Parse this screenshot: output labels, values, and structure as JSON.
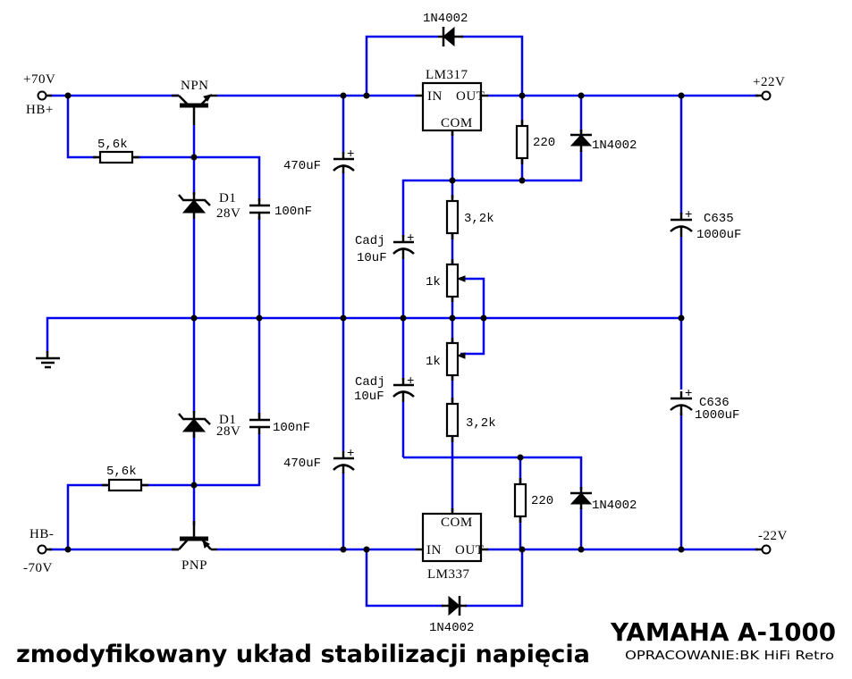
{
  "title": "zmodyfikowany układ stabilizacji napięcia",
  "brand": "YAMAHA A-1000",
  "credit": "OPRACOWANIE:BK HiFi Retro",
  "colors": {
    "wire": "#0000ee",
    "component": "#000000",
    "background": "#ffffff"
  },
  "terminals": {
    "pos_in_voltage": "+70V",
    "pos_in_name": "HB+",
    "neg_in_voltage": "-70V",
    "neg_in_name": "HB-",
    "pos_out": "+22V",
    "neg_out": "-22V"
  },
  "components": {
    "npn": "NPN",
    "pnp": "PNP",
    "r_base_top": "5,6k",
    "r_base_bottom": "5,6k",
    "zener_top_name": "D1",
    "zener_top_value": "28V",
    "zener_bottom_name": "D1",
    "zener_bottom_value": "28V",
    "c_top_film": "100nF",
    "c_bottom_film": "100nF",
    "c_top_elec": "470uF",
    "c_bottom_elec": "470uF",
    "reg_top": "LM317",
    "reg_bottom": "LM337",
    "pin_in": "IN",
    "pin_out": "OUT",
    "pin_com": "COM",
    "diode_top_bypass": "1N4002",
    "diode_top_out": "1N4002",
    "diode_bottom_out": "1N4002",
    "diode_bottom_bypass": "1N4002",
    "r_top_220": "220",
    "r_bottom_220": "220",
    "r_top_adj": "3,2k",
    "r_bottom_adj": "3,2k",
    "pot_top": "1k",
    "pot_bottom": "1k",
    "cadj_top_name": "Cadj",
    "cadj_top_value": "10uF",
    "cadj_bottom_name": "Cadj",
    "cadj_bottom_value": "10uF",
    "c_out_top_name": "C635",
    "c_out_top_value": "1000uF",
    "c_out_bottom_name": "C636",
    "c_out_bottom_value": "1000uF"
  }
}
